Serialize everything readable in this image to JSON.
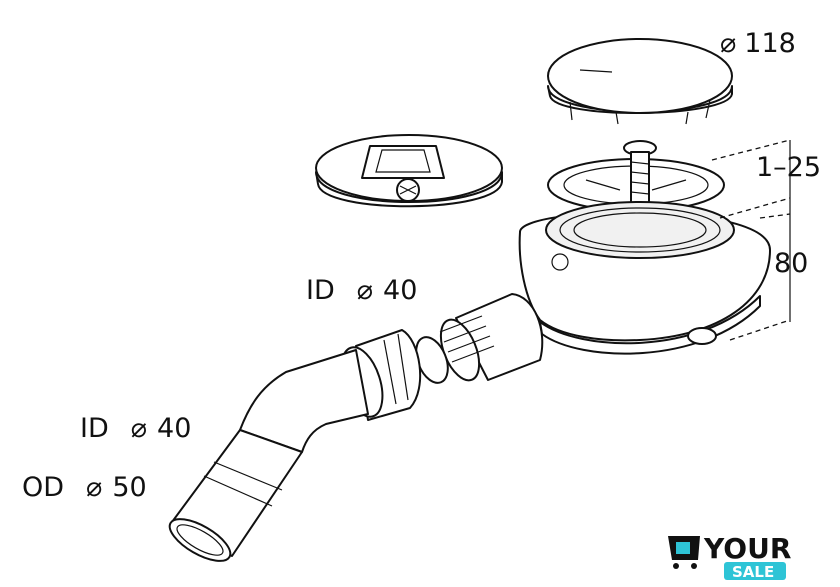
{
  "labels": {
    "cover_diameter": "118",
    "height_adjust": "1–25",
    "body_height": "80",
    "elbow_inner": "ID",
    "elbow_inner_value": "40",
    "pipe_inner": "ID",
    "pipe_inner_value": "40",
    "pipe_outer": "OD",
    "pipe_outer_value": "50"
  },
  "symbols": {
    "diameter": "⌀"
  },
  "logo": {
    "word_top": "YOUR",
    "word_bottom": "SALE",
    "colors": {
      "primary": "#111111",
      "accent": "#2ec4d6"
    }
  },
  "colors": {
    "line": "#111111",
    "background": "#ffffff"
  }
}
